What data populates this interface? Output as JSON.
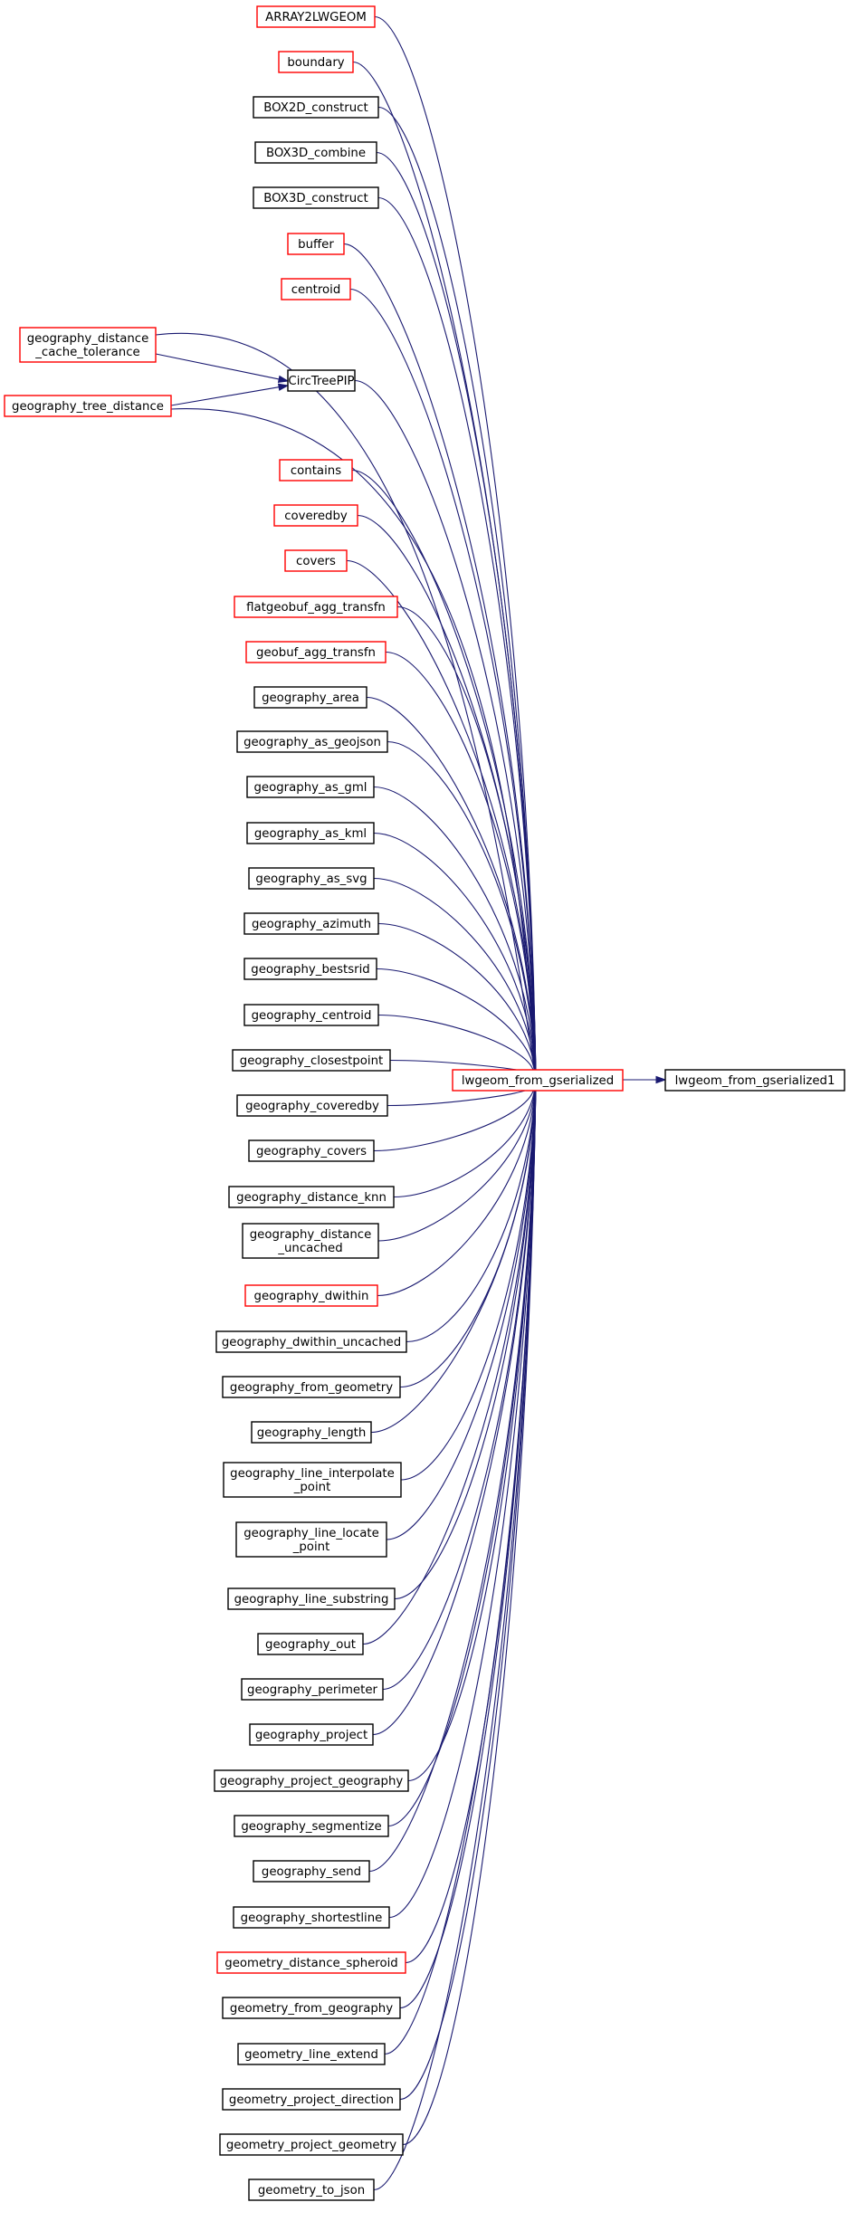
{
  "colors": {
    "edge": "#191970",
    "node_border_default": "#000000",
    "node_border_incomplete": "#ff0000",
    "node_fill_focus": "#bfbfbf",
    "node_fill": "#ffffff"
  },
  "nodes": [
    {
      "id": "n_array2lwgeom",
      "lines": [
        "ARRAY2LWGEOM"
      ],
      "border": "red"
    },
    {
      "id": "n_boundary",
      "lines": [
        "boundary"
      ],
      "border": "red"
    },
    {
      "id": "n_box2d_construct",
      "lines": [
        "BOX2D_construct"
      ],
      "border": "black"
    },
    {
      "id": "n_box3d_combine",
      "lines": [
        "BOX3D_combine"
      ],
      "border": "black"
    },
    {
      "id": "n_box3d_construct",
      "lines": [
        "BOX3D_construct"
      ],
      "border": "black"
    },
    {
      "id": "n_buffer",
      "lines": [
        "buffer"
      ],
      "border": "red"
    },
    {
      "id": "n_centroid",
      "lines": [
        "centroid"
      ],
      "border": "red"
    },
    {
      "id": "n_geography_distance_cache_tolerance",
      "lines": [
        "geography_distance",
        "_cache_tolerance"
      ],
      "border": "red"
    },
    {
      "id": "n_circtreepip",
      "lines": [
        "CircTreePIP"
      ],
      "border": "black"
    },
    {
      "id": "n_geography_tree_distance",
      "lines": [
        "geography_tree_distance"
      ],
      "border": "red"
    },
    {
      "id": "n_contains",
      "lines": [
        "contains"
      ],
      "border": "red"
    },
    {
      "id": "n_coveredby",
      "lines": [
        "coveredby"
      ],
      "border": "red"
    },
    {
      "id": "n_covers",
      "lines": [
        "covers"
      ],
      "border": "red"
    },
    {
      "id": "n_flatgeobuf_agg_transfn",
      "lines": [
        "flatgeobuf_agg_transfn"
      ],
      "border": "red"
    },
    {
      "id": "n_geobuf_agg_transfn",
      "lines": [
        "geobuf_agg_transfn"
      ],
      "border": "red"
    },
    {
      "id": "n_geography_area",
      "lines": [
        "geography_area"
      ],
      "border": "black"
    },
    {
      "id": "n_geography_as_geojson",
      "lines": [
        "geography_as_geojson"
      ],
      "border": "black"
    },
    {
      "id": "n_geography_as_gml",
      "lines": [
        "geography_as_gml"
      ],
      "border": "black"
    },
    {
      "id": "n_geography_as_kml",
      "lines": [
        "geography_as_kml"
      ],
      "border": "black"
    },
    {
      "id": "n_geography_as_svg",
      "lines": [
        "geography_as_svg"
      ],
      "border": "black"
    },
    {
      "id": "n_geography_azimuth",
      "lines": [
        "geography_azimuth"
      ],
      "border": "black"
    },
    {
      "id": "n_geography_bestsrid",
      "lines": [
        "geography_bestsrid"
      ],
      "border": "black"
    },
    {
      "id": "n_geography_centroid",
      "lines": [
        "geography_centroid"
      ],
      "border": "black"
    },
    {
      "id": "n_geography_closestpoint",
      "lines": [
        "geography_closestpoint"
      ],
      "border": "black"
    },
    {
      "id": "n_geography_coveredby",
      "lines": [
        "geography_coveredby"
      ],
      "border": "black"
    },
    {
      "id": "n_geography_covers",
      "lines": [
        "geography_covers"
      ],
      "border": "black"
    },
    {
      "id": "n_geography_distance_knn",
      "lines": [
        "geography_distance_knn"
      ],
      "border": "black"
    },
    {
      "id": "n_geography_distance_uncached",
      "lines": [
        "geography_distance",
        "_uncached"
      ],
      "border": "black"
    },
    {
      "id": "n_geography_dwithin",
      "lines": [
        "geography_dwithin"
      ],
      "border": "red"
    },
    {
      "id": "n_geography_dwithin_uncached",
      "lines": [
        "geography_dwithin_uncached"
      ],
      "border": "black"
    },
    {
      "id": "n_geography_from_geometry",
      "lines": [
        "geography_from_geometry"
      ],
      "border": "black"
    },
    {
      "id": "n_geography_length",
      "lines": [
        "geography_length"
      ],
      "border": "black"
    },
    {
      "id": "n_geography_line_interpolate_point",
      "lines": [
        "geography_line_interpolate",
        "_point"
      ],
      "border": "black"
    },
    {
      "id": "n_geography_line_locate_point",
      "lines": [
        "geography_line_locate",
        "_point"
      ],
      "border": "black"
    },
    {
      "id": "n_geography_line_substring",
      "lines": [
        "geography_line_substring"
      ],
      "border": "black"
    },
    {
      "id": "n_geography_out",
      "lines": [
        "geography_out"
      ],
      "border": "black"
    },
    {
      "id": "n_geography_perimeter",
      "lines": [
        "geography_perimeter"
      ],
      "border": "black"
    },
    {
      "id": "n_geography_project",
      "lines": [
        "geography_project"
      ],
      "border": "black"
    },
    {
      "id": "n_geography_project_geography",
      "lines": [
        "geography_project_geography"
      ],
      "border": "black"
    },
    {
      "id": "n_geography_segmentize",
      "lines": [
        "geography_segmentize"
      ],
      "border": "black"
    },
    {
      "id": "n_geography_send",
      "lines": [
        "geography_send"
      ],
      "border": "black"
    },
    {
      "id": "n_geography_shortestline",
      "lines": [
        "geography_shortestline"
      ],
      "border": "black"
    },
    {
      "id": "n_geometry_distance_spheroid",
      "lines": [
        "geometry_distance_spheroid"
      ],
      "border": "red"
    },
    {
      "id": "n_geometry_from_geography",
      "lines": [
        "geometry_from_geography"
      ],
      "border": "black"
    },
    {
      "id": "n_geometry_line_extend",
      "lines": [
        "geometry_line_extend"
      ],
      "border": "black"
    },
    {
      "id": "n_geometry_project_direction",
      "lines": [
        "geometry_project_direction"
      ],
      "border": "black"
    },
    {
      "id": "n_geometry_project_geometry",
      "lines": [
        "geometry_project_geometry"
      ],
      "border": "black"
    },
    {
      "id": "n_geometry_to_json",
      "lines": [
        "geometry_to_json"
      ],
      "border": "black"
    },
    {
      "id": "n_lwgeom_from_gserialized",
      "lines": [
        "lwgeom_from_gserialized"
      ],
      "border": "red"
    },
    {
      "id": "n_lwgeom_from_gserialized1",
      "lines": [
        "lwgeom_from_gserialized1"
      ],
      "border": "black",
      "focus": true
    }
  ],
  "edges": [
    {
      "from": "n_array2lwgeom",
      "to": "n_lwgeom_from_gserialized"
    },
    {
      "from": "n_boundary",
      "to": "n_lwgeom_from_gserialized"
    },
    {
      "from": "n_box2d_construct",
      "to": "n_lwgeom_from_gserialized"
    },
    {
      "from": "n_box3d_combine",
      "to": "n_lwgeom_from_gserialized"
    },
    {
      "from": "n_box3d_construct",
      "to": "n_lwgeom_from_gserialized"
    },
    {
      "from": "n_buffer",
      "to": "n_lwgeom_from_gserialized"
    },
    {
      "from": "n_centroid",
      "to": "n_lwgeom_from_gserialized"
    },
    {
      "from": "n_geography_distance_cache_tolerance",
      "to": "n_circtreepip"
    },
    {
      "from": "n_geography_distance_cache_tolerance",
      "to": "n_lwgeom_from_gserialized"
    },
    {
      "from": "n_geography_tree_distance",
      "to": "n_circtreepip"
    },
    {
      "from": "n_geography_tree_distance",
      "to": "n_lwgeom_from_gserialized"
    },
    {
      "from": "n_circtreepip",
      "to": "n_lwgeom_from_gserialized"
    },
    {
      "from": "n_contains",
      "to": "n_lwgeom_from_gserialized"
    },
    {
      "from": "n_coveredby",
      "to": "n_lwgeom_from_gserialized"
    },
    {
      "from": "n_covers",
      "to": "n_lwgeom_from_gserialized"
    },
    {
      "from": "n_flatgeobuf_agg_transfn",
      "to": "n_lwgeom_from_gserialized"
    },
    {
      "from": "n_geobuf_agg_transfn",
      "to": "n_lwgeom_from_gserialized"
    },
    {
      "from": "n_geography_area",
      "to": "n_lwgeom_from_gserialized"
    },
    {
      "from": "n_geography_as_geojson",
      "to": "n_lwgeom_from_gserialized"
    },
    {
      "from": "n_geography_as_gml",
      "to": "n_lwgeom_from_gserialized"
    },
    {
      "from": "n_geography_as_kml",
      "to": "n_lwgeom_from_gserialized"
    },
    {
      "from": "n_geography_as_svg",
      "to": "n_lwgeom_from_gserialized"
    },
    {
      "from": "n_geography_azimuth",
      "to": "n_lwgeom_from_gserialized"
    },
    {
      "from": "n_geography_bestsrid",
      "to": "n_lwgeom_from_gserialized"
    },
    {
      "from": "n_geography_centroid",
      "to": "n_lwgeom_from_gserialized"
    },
    {
      "from": "n_geography_closestpoint",
      "to": "n_lwgeom_from_gserialized"
    },
    {
      "from": "n_geography_coveredby",
      "to": "n_lwgeom_from_gserialized"
    },
    {
      "from": "n_geography_covers",
      "to": "n_lwgeom_from_gserialized"
    },
    {
      "from": "n_geography_distance_knn",
      "to": "n_lwgeom_from_gserialized"
    },
    {
      "from": "n_geography_distance_uncached",
      "to": "n_lwgeom_from_gserialized"
    },
    {
      "from": "n_geography_dwithin",
      "to": "n_lwgeom_from_gserialized"
    },
    {
      "from": "n_geography_dwithin_uncached",
      "to": "n_lwgeom_from_gserialized"
    },
    {
      "from": "n_geography_from_geometry",
      "to": "n_lwgeom_from_gserialized"
    },
    {
      "from": "n_geography_length",
      "to": "n_lwgeom_from_gserialized"
    },
    {
      "from": "n_geography_line_interpolate_point",
      "to": "n_lwgeom_from_gserialized"
    },
    {
      "from": "n_geography_line_locate_point",
      "to": "n_lwgeom_from_gserialized"
    },
    {
      "from": "n_geography_line_substring",
      "to": "n_lwgeom_from_gserialized"
    },
    {
      "from": "n_geography_out",
      "to": "n_lwgeom_from_gserialized"
    },
    {
      "from": "n_geography_perimeter",
      "to": "n_lwgeom_from_gserialized"
    },
    {
      "from": "n_geography_project",
      "to": "n_lwgeom_from_gserialized"
    },
    {
      "from": "n_geography_project_geography",
      "to": "n_lwgeom_from_gserialized"
    },
    {
      "from": "n_geography_segmentize",
      "to": "n_lwgeom_from_gserialized"
    },
    {
      "from": "n_geography_send",
      "to": "n_lwgeom_from_gserialized"
    },
    {
      "from": "n_geography_shortestline",
      "to": "n_lwgeom_from_gserialized"
    },
    {
      "from": "n_geometry_distance_spheroid",
      "to": "n_lwgeom_from_gserialized"
    },
    {
      "from": "n_geometry_from_geography",
      "to": "n_lwgeom_from_gserialized"
    },
    {
      "from": "n_geometry_line_extend",
      "to": "n_lwgeom_from_gserialized"
    },
    {
      "from": "n_geometry_project_direction",
      "to": "n_lwgeom_from_gserialized"
    },
    {
      "from": "n_geometry_project_geometry",
      "to": "n_lwgeom_from_gserialized"
    },
    {
      "from": "n_geometry_to_json",
      "to": "n_lwgeom_from_gserialized"
    },
    {
      "from": "n_lwgeom_from_gserialized",
      "to": "n_lwgeom_from_gserialized1"
    }
  ]
}
